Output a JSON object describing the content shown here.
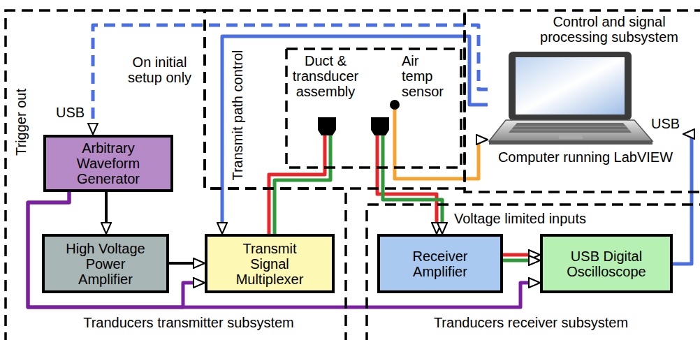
{
  "diagram": {
    "nodes": [
      {
        "text": [
          "Tranducers transmitter subsystem"
        ]
      },
      {
        "text": [
          "Arbitrary Waveform Generator"
        ],
        "in": 0
      },
      {
        "text": [
          "High Voltage Power Amplifier"
        ],
        "in": 0
      },
      {
        "text": [
          "Transmit Signal Multiplexer"
        ],
        "in": 0
      },
      {
        "text": [
          "Control and signal processing subsystem"
        ]
      },
      {
        "text": [
          "Computer running LabVIEW"
        ],
        "in": 4
      },
      {
        "text": [
          "Transmit path control"
        ]
      },
      {
        "text": [
          "Duct & transducer assembly",
          "Air temp sensor"
        ],
        "in": 6
      },
      {
        "text": [
          "Tranducers receiver subsystem"
        ]
      },
      {
        "text": [
          "Receiver Amplifier"
        ],
        "in": 8
      },
      {
        "text": [
          "USB Digital Oscilloscope"
        ],
        "in": 8
      }
    ],
    "edges": [
      {
        "from": 1,
        "to": 2,
        "arrow": "to"
      },
      {
        "from": 2,
        "to": 3,
        "arrow": "to"
      },
      {
        "from": 1,
        "to": 3,
        "arrow": "to"
      },
      {
        "from": 1,
        "to": 10,
        "arrow": "to"
      },
      {
        "from": 5,
        "to": 1,
        "arrow": "to"
      },
      {
        "from": 5,
        "to": 3,
        "arrow": "to"
      },
      {
        "from": 3,
        "to": 7,
        "arrow": "none"
      },
      {
        "from": 7,
        "to": 9,
        "arrow": "to"
      },
      {
        "from": 9,
        "to": 10,
        "arrow": "to"
      },
      {
        "from": 7,
        "to": 5,
        "arrow": "to"
      },
      {
        "from": 10,
        "to": 5,
        "arrow": "to"
      }
    ],
    "labels": [
      "USB",
      "On initial setup only",
      "Trigger out",
      "USB",
      "Voltage limited inputs"
    ]
  }
}
